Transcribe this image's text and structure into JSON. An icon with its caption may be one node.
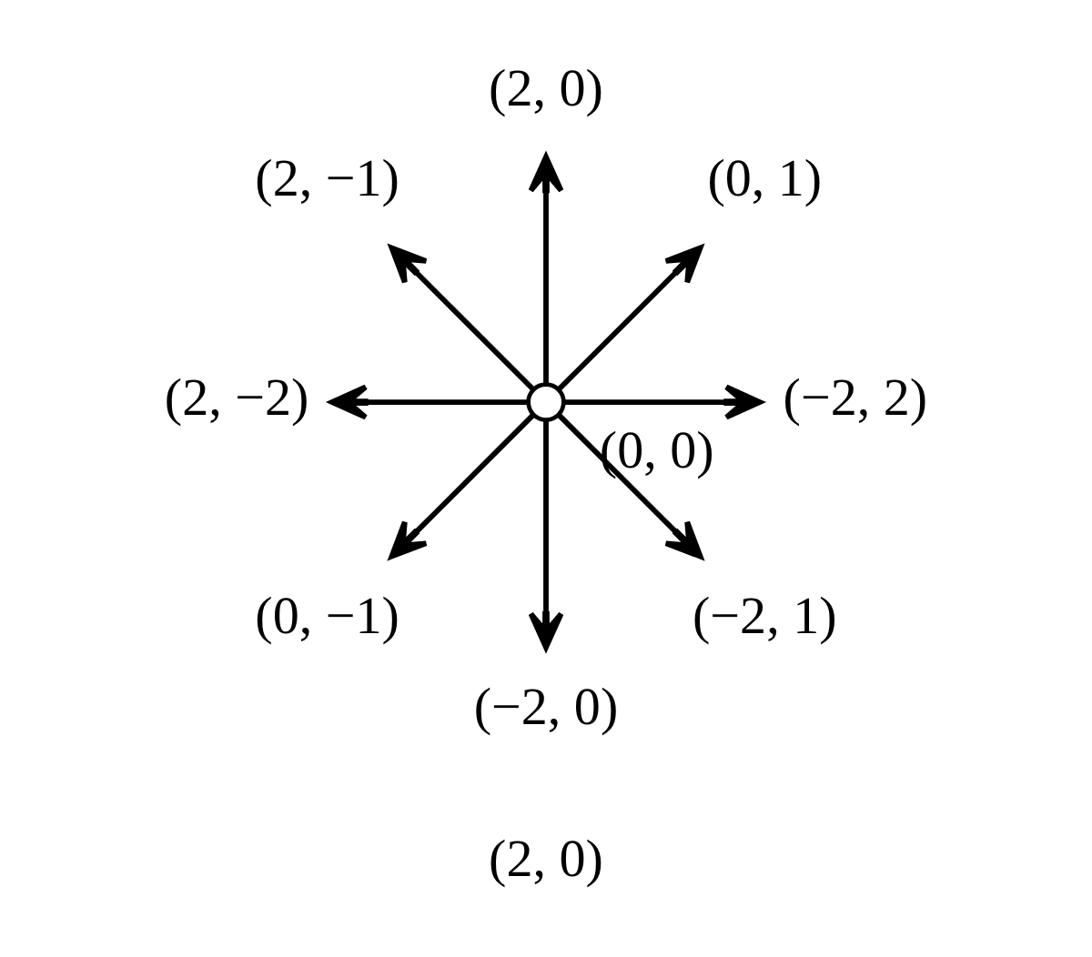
{
  "diagram": {
    "nodes": [
      {
        "text": [
          "(2, 0)"
        ]
      },
      {
        "text": [
          "(2, −1)"
        ]
      },
      {
        "text": [
          "(0, 1)"
        ]
      },
      {
        "text": [
          "(2, −2)"
        ]
      },
      {
        "text": [],
        "shape": "circle",
        "beside": [
          "(0, 0)"
        ]
      },
      {
        "text": [
          "(−2, 2)"
        ]
      },
      {
        "text": [
          "(0, −1)"
        ]
      },
      {
        "text": [
          "(−2, 1)"
        ]
      },
      {
        "text": [
          "(−2, 0)"
        ]
      }
    ],
    "edges": [
      {
        "from": 4,
        "to": 0,
        "arrow": "to"
      },
      {
        "from": 4,
        "to": 2,
        "arrow": "to"
      },
      {
        "from": 4,
        "to": 5,
        "arrow": "to"
      },
      {
        "from": 4,
        "to": 7,
        "arrow": "to"
      },
      {
        "from": 4,
        "to": 8,
        "arrow": "to"
      },
      {
        "from": 4,
        "to": 6,
        "arrow": "to"
      },
      {
        "from": 4,
        "to": 3,
        "arrow": "to"
      },
      {
        "from": 4,
        "to": 1,
        "arrow": "to"
      }
    ],
    "labels": [
      "(2, 0)"
    ]
  }
}
